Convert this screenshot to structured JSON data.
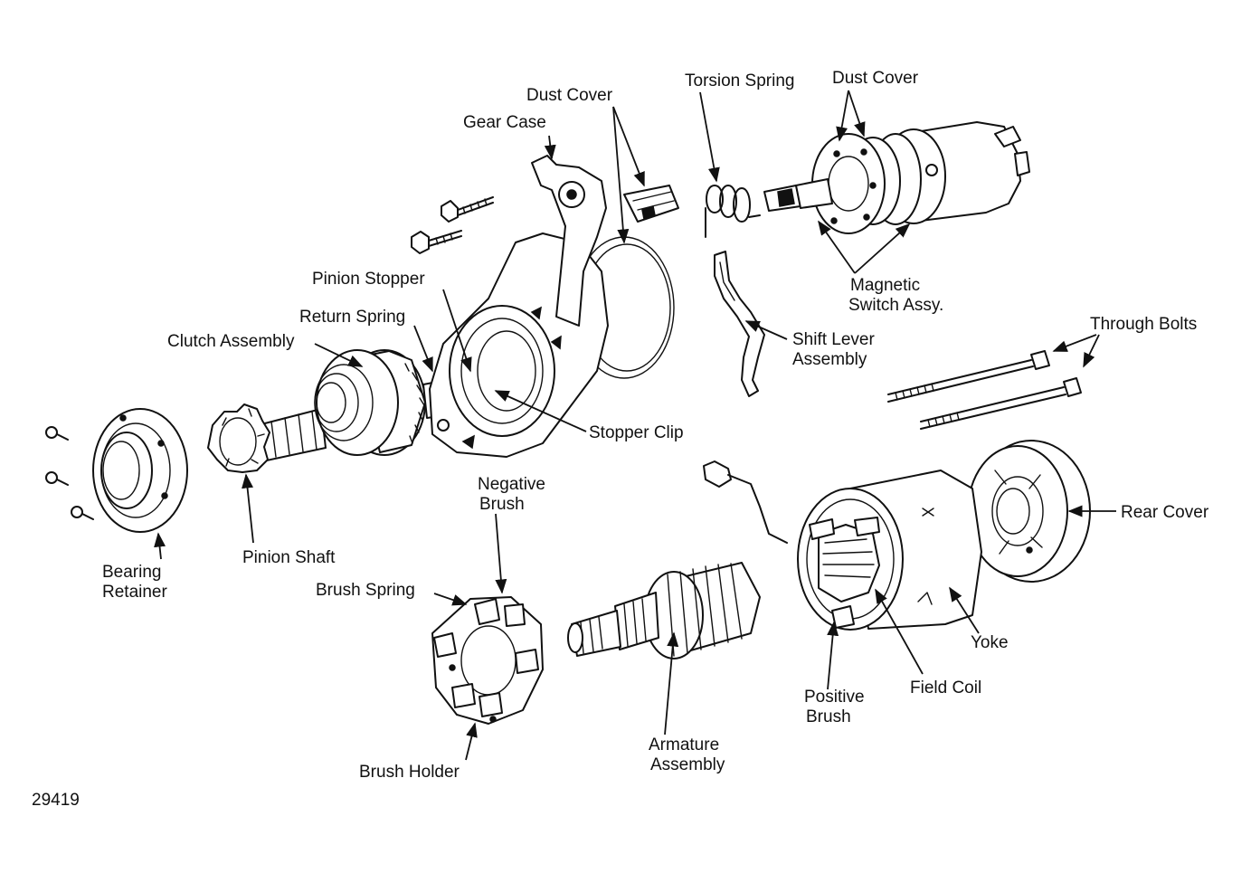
{
  "figure_number": "29419",
  "labels": {
    "dust_cover_left": "Dust Cover",
    "gear_case": "Gear Case",
    "torsion_spring": "Torsion Spring",
    "dust_cover_right": "Dust Cover",
    "magnetic_switch_1": "Magnetic",
    "magnetic_switch_2": "Switch Assy.",
    "pinion_stopper": "Pinion Stopper",
    "return_spring": "Return Spring",
    "clutch_assembly": "Clutch Assembly",
    "shift_lever_1": "Shift Lever",
    "shift_lever_2": "Assembly",
    "through_bolts": "Through Bolts",
    "stopper_clip": "Stopper Clip",
    "negative_brush_1": "Negative",
    "negative_brush_2": "Brush",
    "rear_cover": "Rear Cover",
    "bearing_retainer_1": "Bearing",
    "bearing_retainer_2": "Retainer",
    "pinion_shaft": "Pinion Shaft",
    "brush_spring": "Brush Spring",
    "yoke": "Yoke",
    "positive_brush_1": "Positive",
    "positive_brush_2": "Brush",
    "field_coil": "Field Coil",
    "armature_1": "Armature",
    "armature_2": "Assembly",
    "brush_holder": "Brush Holder"
  }
}
